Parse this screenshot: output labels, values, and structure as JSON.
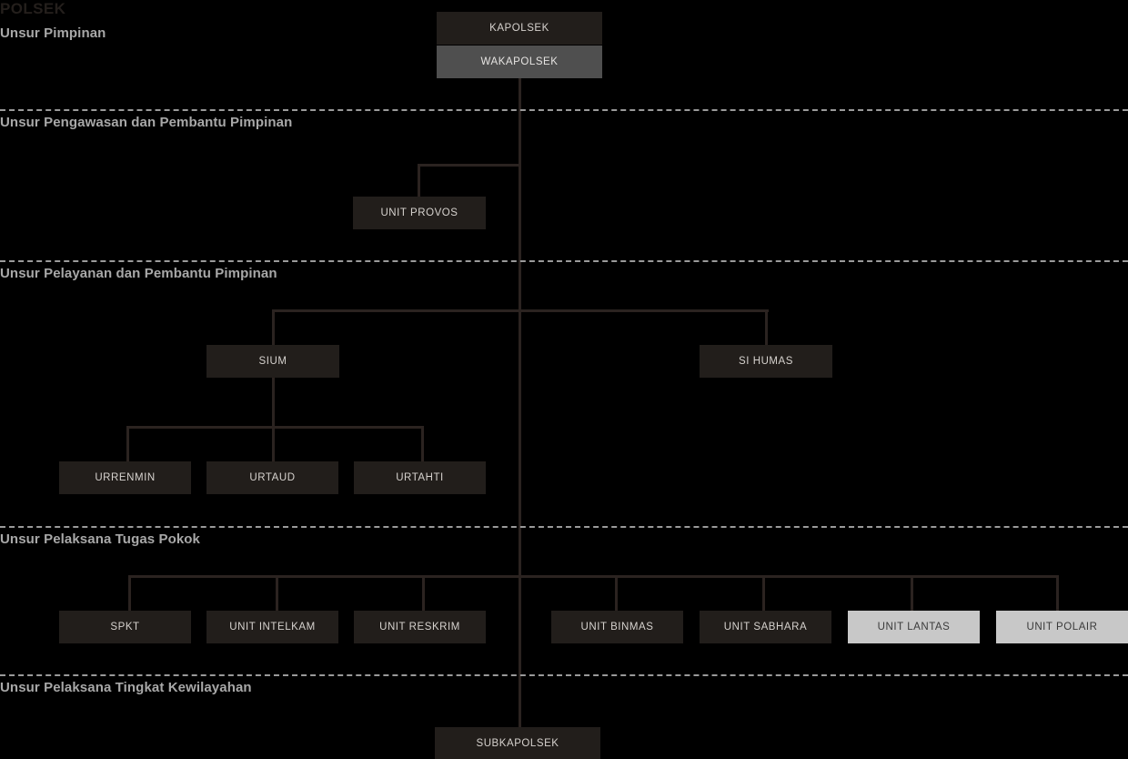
{
  "document": {
    "title": "POLSEK"
  },
  "bands": [
    {
      "label": "Unsur Pimpinan"
    },
    {
      "label": "Unsur Pengawasan dan Pembantu Pimpinan"
    },
    {
      "label": "Unsur Pelayanan dan Pembantu Pimpinan"
    },
    {
      "label": "Unsur Pelaksana Tugas Pokok"
    },
    {
      "label": "Unsur Pelaksana Tingkat Kewilayahan"
    }
  ],
  "nodes": {
    "kapolsek": "KAPOLSEK",
    "wakapolsek": "WAKAPOLSEK",
    "unit_provos": "UNIT PROVOS",
    "sium": "SIUM",
    "si_humas": "SI HUMAS",
    "urrenmin": "URRENMIN",
    "urtaud": "URTAUD",
    "urtahti": "URTAHTI",
    "spkt": "SPKT",
    "unit_intelkam": "UNIT INTELKAM",
    "unit_reskrim": "UNIT RESKRIM",
    "unit_binmas": "UNIT BINMAS",
    "unit_sabhara": "UNIT SABHARA",
    "unit_lantas": "UNIT LANTAS",
    "unit_polair": "UNIT POLAIR",
    "subkapolsek": "SUBKAPOLSEK"
  },
  "colors": {
    "background": "#000000",
    "box_dark": "#221e1b",
    "box_mid": "#4f4f4f",
    "box_light": "#c8c8c8",
    "line": "#2b2320",
    "divider": "#9a9a9a",
    "band_label": "#a8a8a8",
    "title": "#241f1c"
  }
}
